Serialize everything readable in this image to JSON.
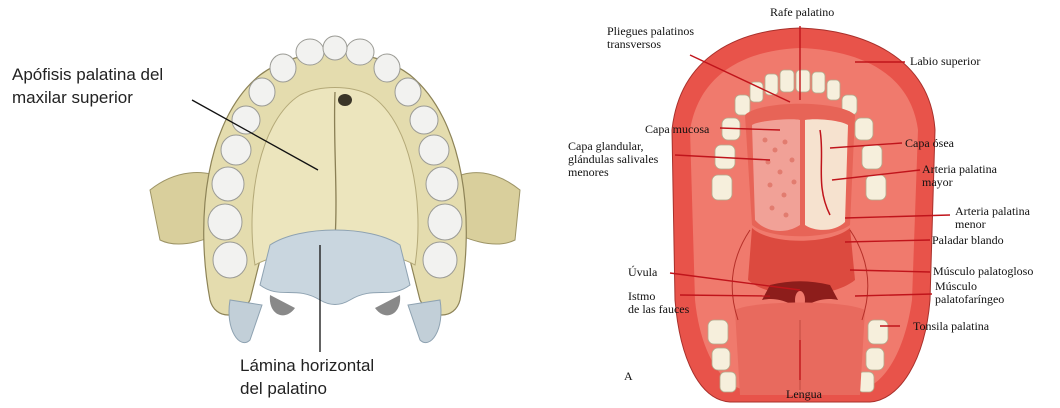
{
  "left_figure": {
    "labels": {
      "apofisis_line1": "Apófisis palatina del",
      "apofisis_line2": "maxilar superior",
      "lamina_line1": "Lámina horizontal",
      "lamina_line2": "del palatino"
    }
  },
  "right_figure": {
    "panel_letter": "A",
    "labels": {
      "rafe": "Rafe palatino",
      "pliegues_line1": "Pliegues palatinos",
      "pliegues_line2": "transversos",
      "labio": "Labio superior",
      "mucosa": "Capa mucosa",
      "glandular_line1": "Capa glandular,",
      "glandular_line2": "glándulas salivales",
      "glandular_line3": "menores",
      "osea": "Capa ósea",
      "arteria_mayor_line1": "Arteria palatina",
      "arteria_mayor_line2": "mayor",
      "arteria_menor_line1": "Arteria palatina",
      "arteria_menor_line2": "menor",
      "paladar": "Paladar blando",
      "uvula": "Úvula",
      "palatogloso": "Músculo palatogloso",
      "palatofaringeo_line1": "Músculo",
      "palatofaringeo_line2": "palatofaríngeo",
      "istmo_line1": "Istmo",
      "istmo_line2": "de las fauces",
      "tonsila": "Tonsila palatina",
      "lengua": "Lengua"
    }
  },
  "colors": {
    "bone": "#e4dcae",
    "bone_shadow": "#b9ae7a",
    "palatine": "#c9d6df",
    "tooth": "#f2f2f0",
    "tissue": "#e8534a",
    "pointer_red": "#c0141b"
  }
}
